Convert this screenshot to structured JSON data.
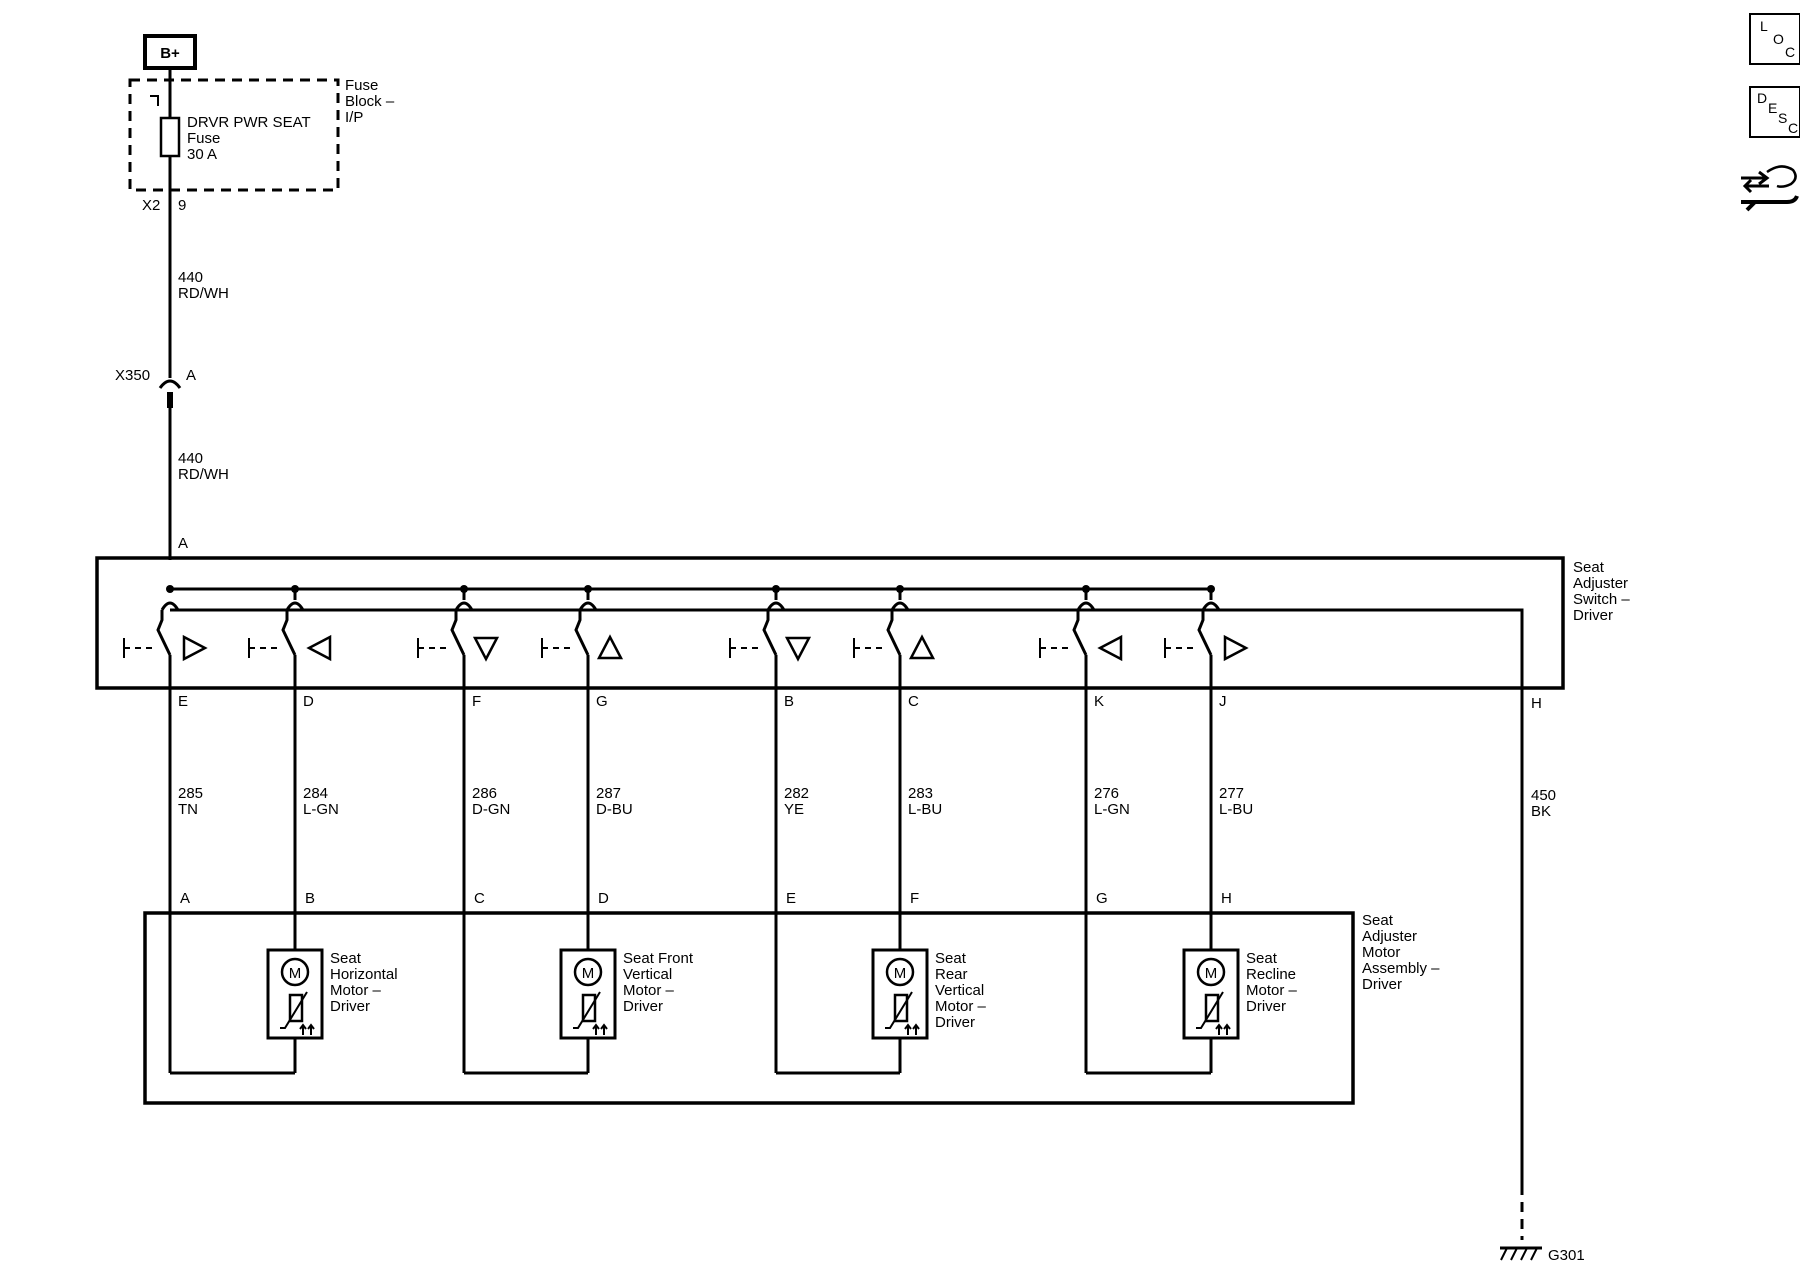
{
  "battery": {
    "label": "B+"
  },
  "fuse_block": {
    "title_lines": [
      "Fuse",
      "Block –",
      "I/P"
    ],
    "fuse_lines": [
      "DRVR PWR SEAT",
      "Fuse",
      "30 A"
    ],
    "connector": "X2",
    "pin": "9"
  },
  "feed_wire_upper": {
    "circuit": "440",
    "color": "RD/WH"
  },
  "inline_connector": {
    "name": "X350",
    "pin": "A"
  },
  "feed_wire_lower": {
    "circuit": "440",
    "color": "RD/WH"
  },
  "switch": {
    "title_lines": [
      "Seat",
      "Adjuster",
      "Switch –",
      "Driver"
    ],
    "input_pin": "A",
    "ground_pin": "H",
    "contacts": [
      {
        "arrow": "right",
        "pin": "E"
      },
      {
        "arrow": "left",
        "pin": "D"
      },
      {
        "arrow": "down",
        "pin": "F"
      },
      {
        "arrow": "up",
        "pin": "G"
      },
      {
        "arrow": "down",
        "pin": "B"
      },
      {
        "arrow": "up",
        "pin": "C"
      },
      {
        "arrow": "left",
        "pin": "K"
      },
      {
        "arrow": "right",
        "pin": "J"
      }
    ]
  },
  "wires": [
    {
      "circuit": "285",
      "color": "TN"
    },
    {
      "circuit": "284",
      "color": "L-GN"
    },
    {
      "circuit": "286",
      "color": "D-GN"
    },
    {
      "circuit": "287",
      "color": "D-BU"
    },
    {
      "circuit": "282",
      "color": "YE"
    },
    {
      "circuit": "283",
      "color": "L-BU"
    },
    {
      "circuit": "276",
      "color": "L-GN"
    },
    {
      "circuit": "277",
      "color": "L-BU"
    }
  ],
  "ground_wire": {
    "circuit": "450",
    "color": "BK"
  },
  "motor_assembly": {
    "title_lines": [
      "Seat",
      "Adjuster",
      "Motor",
      "Assembly –",
      "Driver"
    ],
    "pins": [
      "A",
      "B",
      "C",
      "D",
      "E",
      "F",
      "G",
      "H"
    ],
    "motor_symbol": "M",
    "motors": [
      {
        "label_lines": [
          "Seat",
          "Horizontal",
          "Motor –",
          "Driver"
        ]
      },
      {
        "label_lines": [
          "Seat Front",
          "Vertical",
          "Motor –",
          "Driver"
        ]
      },
      {
        "label_lines": [
          "Seat",
          "Rear",
          "Vertical",
          "Motor –",
          "Driver"
        ]
      },
      {
        "label_lines": [
          "Seat",
          "Recline",
          "Motor –",
          "Driver"
        ]
      }
    ]
  },
  "ground": {
    "label": "G301"
  },
  "nav": {
    "loc": {
      "letters": [
        "L",
        "O",
        "C"
      ]
    },
    "desc": {
      "letters": [
        "D",
        "E",
        "S",
        "C"
      ]
    },
    "icon": "connector-hand-wrench-icon"
  }
}
